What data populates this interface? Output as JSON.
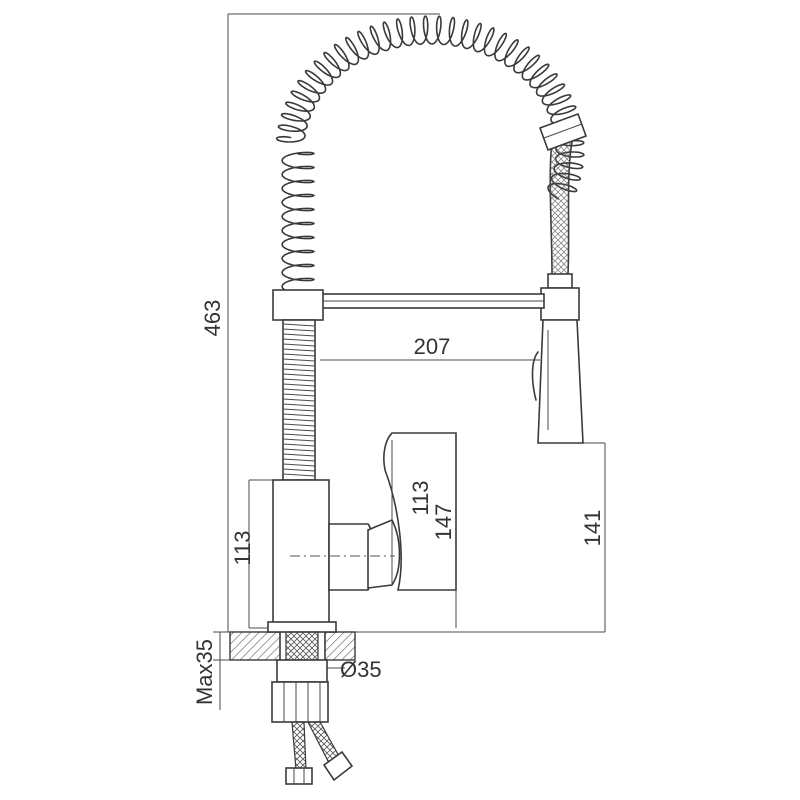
{
  "dimensions": {
    "total_height": "463",
    "reach": "207",
    "body_height": "113",
    "handle_height": "113",
    "handle_top_height": "147",
    "spout_height": "141",
    "max_deck_thickness": "Max35",
    "hole_diameter": "Ø35"
  }
}
